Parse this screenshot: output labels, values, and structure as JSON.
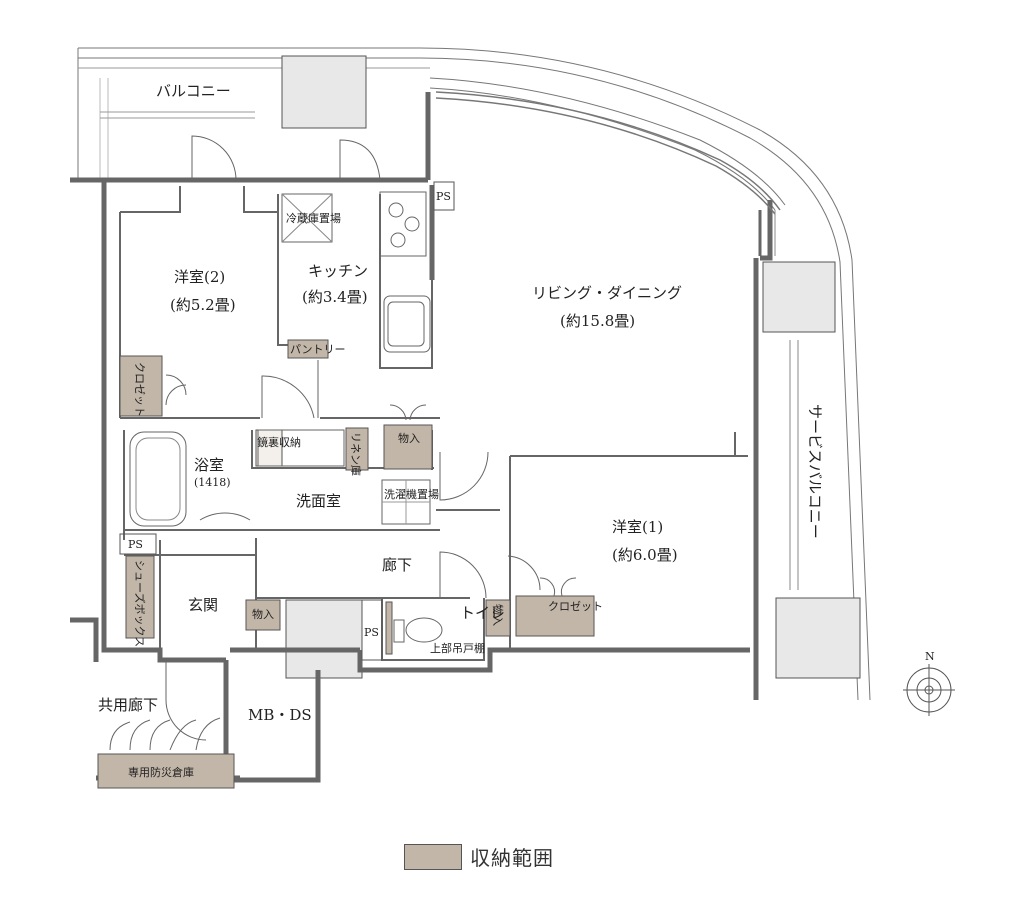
{
  "colors": {
    "wall": "#8a8a8a",
    "storage": "#c2b6a8",
    "line": "#555555"
  },
  "labels": {
    "balcony": "バルコニー",
    "service_balcony": "サービスバルコニー",
    "room2_name": "洋室(2)",
    "room2_size": "(約5.2畳)",
    "kitchen_name": "キッチン",
    "kitchen_size": "(約3.4畳)",
    "ld_name": "リビング・ダイニング",
    "ld_size": "(約15.8畳)",
    "room1_name": "洋室(1)",
    "room1_size": "(約6.0畳)",
    "bath_name": "浴室",
    "bath_size": "(1418)",
    "washroom": "洗面室",
    "hallway": "廊下",
    "entrance": "玄関",
    "toilet": "トイレ",
    "upper_cabinet": "上部吊戸棚",
    "common_corridor": "共用廊下",
    "mbds": "MB・DS",
    "ps1": "PS",
    "ps2": "PS",
    "ps3": "PS",
    "fridge": "冷蔵庫置場",
    "pantry": "パントリー",
    "closet": "クロゼット",
    "closet_short": "クロゼット",
    "storage1": "物入",
    "storage2": "物入",
    "storage3": "物入",
    "linen": "リネン庫",
    "towel": "鏡裏収納",
    "washer": "洗濯機置場",
    "shoebox": "シューズボックス",
    "disaster_storage": "専用防災倉庫",
    "north": "N"
  },
  "legend": {
    "label": "収納範囲"
  }
}
